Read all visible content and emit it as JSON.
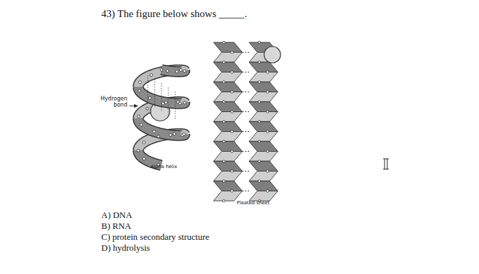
{
  "diagram": {
    "title": "43) The figure below shows _____.",
    "labels": [
      "Hydrogen bond",
      "Alpha helix",
      "Pleated sheet",
      "A) DNA",
      "B) RNA",
      "C) protein secondary structure",
      "D) hydrolysis"
    ]
  }
}
